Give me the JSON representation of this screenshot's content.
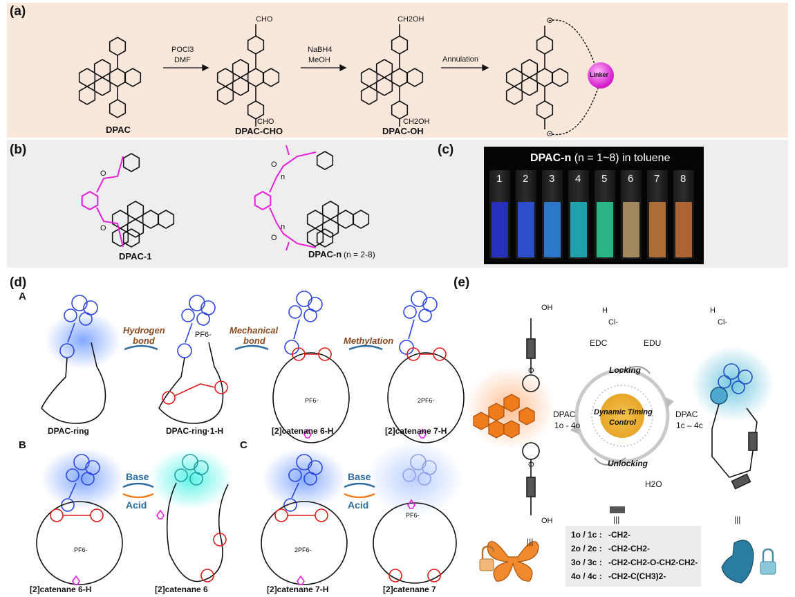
{
  "panel_labels": {
    "a": "(a)",
    "b": "(b)",
    "c": "(c)",
    "d": "(d)",
    "e": "(e)"
  },
  "scheme_a": {
    "compounds": [
      "DPAC",
      "DPAC-CHO",
      "DPAC-OH"
    ],
    "step1": {
      "reagent1": "POCl3",
      "reagent2": "DMF"
    },
    "step2": {
      "reagent1": "NaBH4",
      "reagent2": "MeOH"
    },
    "step3": {
      "label": "Annulation"
    },
    "linker": "Linker",
    "groups": {
      "cho": "CHO",
      "ch2oh": "CH2OH",
      "o": "O"
    }
  },
  "panel_b": {
    "left_name": "DPAC-1",
    "right_name": "DPAC-n",
    "right_range": "(n = 2-8)",
    "n_label": "n",
    "o_label": "O"
  },
  "panel_c": {
    "title_bold": "DPAC-n",
    "title_rest": "(n = 1~8) in toluene",
    "vials": [
      "1",
      "2",
      "3",
      "4",
      "5",
      "6",
      "7",
      "8"
    ],
    "vial_colors": [
      "#2a33d6",
      "#2f55e8",
      "#2f86e6",
      "#1fb7c4",
      "#2ccf95",
      "#b89a6a",
      "#c27a3a",
      "#c46f3a"
    ]
  },
  "panel_d": {
    "sections": {
      "A": "A",
      "B": "B",
      "C": "C"
    },
    "row_a_labels": [
      "DPAC-ring",
      "DPAC-ring·1-H",
      "[2]catenane 6-H",
      "[2]catenane 7-H"
    ],
    "arrow_labels": [
      {
        "l1": "Hydrogen",
        "l2": "bond"
      },
      {
        "l1": "Mechanical",
        "l2": "bond"
      },
      {
        "l1": "Methylation",
        "l2": ""
      }
    ],
    "pf6": "PF6-",
    "two_pf6": "2PF6-",
    "row_b_labels": [
      "[2]catenane 6-H",
      "[2]catenane 6",
      "[2]catenane 7-H",
      "[2]catenane 7"
    ],
    "base": "Base",
    "acid": "Acid"
  },
  "panel_e": {
    "edc": "EDC",
    "edu": "EDU",
    "cl": "Cl-",
    "h": "H",
    "locking": "Locking",
    "unlocking": "Unlocking",
    "h2o": "H2O",
    "center_l1": "Dynamic Timing",
    "center_l2": "Control",
    "left_dpac": "DPAC",
    "left_range": "1o - 4o",
    "right_dpac": "DPAC",
    "right_range": "1c – 4c",
    "oh": "OH",
    "o": "O",
    "equiv": "|||",
    "table": [
      {
        "key": "1o / 1c :",
        "val": "-CH2-"
      },
      {
        "key": "2o / 2c :",
        "val": "-CH2-CH2-"
      },
      {
        "key": "3o / 3c :",
        "val": "-CH2-CH2-O-CH2-CH2-"
      },
      {
        "key": "4o / 4c :",
        "val": "-CH2-C(CH3)2-"
      }
    ]
  },
  "colors": {
    "magenta": "#e61fd9",
    "blue": "#2b45e0",
    "red": "#e11a1a",
    "orange": "#f07b1b",
    "teal": "#2a8aa0"
  }
}
